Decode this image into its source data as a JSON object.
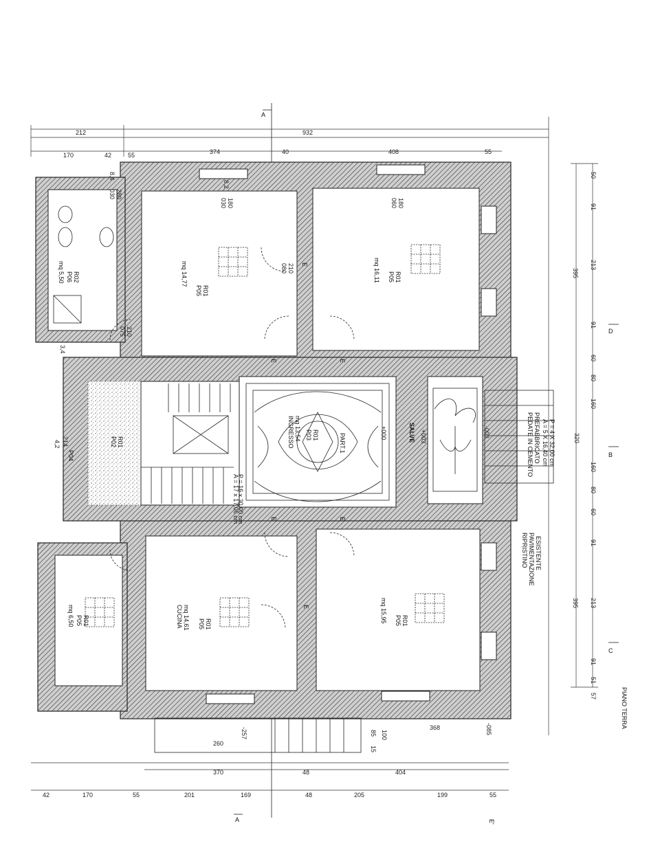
{
  "sheet_label": "PIANO TERRA",
  "corner_mark": "E'",
  "section_a": "A",
  "section_b": "B",
  "section_c": "C",
  "section_d": "D",
  "rooms": [
    {
      "id": "room-top-left",
      "area": "mq 14,77",
      "codes": [
        "P05",
        "R01"
      ]
    },
    {
      "id": "room-top-right",
      "area": "mq 16,11",
      "codes": [
        "P05",
        "R01"
      ]
    },
    {
      "id": "bathroom",
      "area": "mq 5,50",
      "codes": [
        "P06",
        "R02"
      ]
    },
    {
      "id": "ingresso",
      "name": "INGRESSO",
      "area": "mq 13,54",
      "codes": [
        "P03",
        "R01"
      ]
    },
    {
      "id": "stair-hall",
      "codes": [
        "P02",
        "R01"
      ]
    },
    {
      "id": "kitchen",
      "name": "CUCINA",
      "area": "mq 14,61",
      "codes": [
        "P05",
        "R01"
      ]
    },
    {
      "id": "room-bottom-right",
      "area": "mq 15,95",
      "codes": [
        "P05",
        "R01"
      ]
    },
    {
      "id": "room-bottom-left",
      "area": "mq 6,50",
      "codes": [
        "P05",
        "R01"
      ]
    }
  ],
  "labels": {
    "part": "PART.1",
    "salve": "SALVE",
    "pedate": "PEDATE IN CEMENTO",
    "prefab": "PREFABBRICATO",
    "a_eq": "A = 5 X 16,40 cm",
    "p_eq": "P = 4 X 32,00 cm",
    "ripristino": "RIPRISTINO",
    "pavimentazione": "PAVIMENTAZIONE",
    "esistente": "ESISTENTE",
    "stair_a": "A = 17 x 17,06 cm",
    "stair_p": "P = 16 x 30,00 cm",
    "p04": "P04",
    "door_e": "E"
  },
  "top_dims_outer": [
    "212",
    "932"
  ],
  "top_dims_mid": [
    "170",
    "42",
    "55",
    "374",
    "40",
    "408",
    "55"
  ],
  "right_dims_outer": [
    "395",
    "395"
  ],
  "right_dims_mid": [
    "50",
    "91",
    "213",
    "91",
    "60",
    "80",
    "160",
    "320",
    "160",
    "80",
    "60",
    "91",
    "213",
    "91",
    "51",
    "57"
  ],
  "bottom_dims_1": [
    "370",
    "48",
    "404"
  ],
  "bottom_dims_2": [
    "42",
    "170",
    "55",
    "201",
    "169",
    "48",
    "205",
    "199",
    "55"
  ],
  "misc_dims": [
    "260",
    "368",
    "-257",
    "-085",
    "15",
    "85",
    "100",
    "-003",
    "+003",
    "+000",
    "030",
    "180",
    "060",
    "180",
    "080",
    "210",
    "075",
    "210",
    "030",
    "280",
    "214",
    "4,2",
    "8,4",
    "3,4",
    "8,2"
  ]
}
